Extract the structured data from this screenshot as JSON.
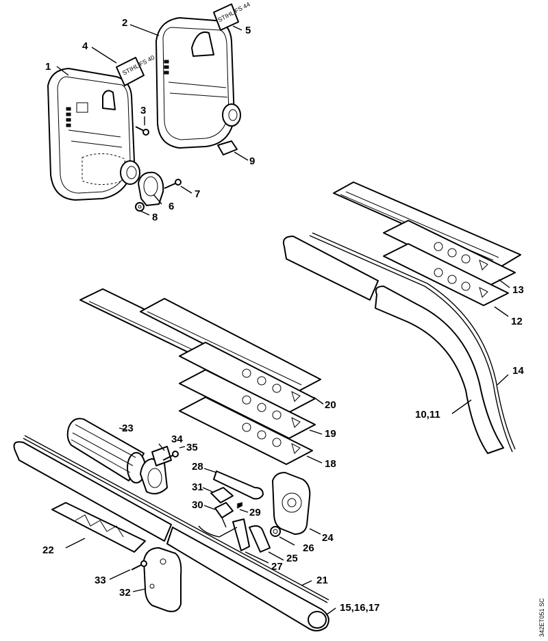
{
  "doc_ref": "342ET051 SC",
  "decals": {
    "fs40": "STIHL FS 40",
    "fs44": "STIHL FS 44"
  },
  "labels": {
    "p1": "1",
    "p2": "2",
    "p3": "3",
    "p4": "4",
    "p5": "5",
    "p6": "6",
    "p7": "7",
    "p8": "8",
    "p9": "9",
    "p10_11": "10,11",
    "p12": "12",
    "p13": "13",
    "p14": "14",
    "p15_16_17": "15,16,17",
    "p18": "18",
    "p19": "19",
    "p20": "20",
    "p21": "21",
    "p22": "22",
    "p23": "23",
    "p24": "24",
    "p25": "25",
    "p26": "26",
    "p27": "27",
    "p28": "28",
    "p29": "29",
    "p30": "30",
    "p31": "31",
    "p32": "32",
    "p33": "33",
    "p34": "34",
    "p35": "35"
  }
}
